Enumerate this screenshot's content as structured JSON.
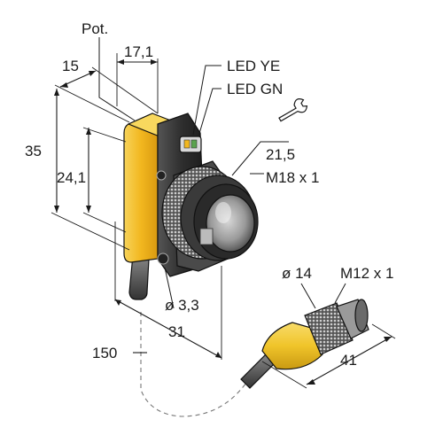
{
  "labels": {
    "pot": "Pot.",
    "dim_17_1": "17,1",
    "dim_15": "15",
    "led_ye": "LED YE",
    "led_gn": "LED GN",
    "dim_35": "35",
    "dim_24_1": "24,1",
    "dim_21_5": "21,5",
    "thread_m18": "M18 x 1",
    "dia_3_3": "ø 3,3",
    "dim_31": "31",
    "dim_150": "150",
    "dia_14": "ø 14",
    "thread_m12": "M12 x 1",
    "dim_41": "41"
  },
  "icons": {
    "wrench": "wrench-icon"
  },
  "colors": {
    "housing_yellow": "#f2b71f",
    "housing_dark": "#3a3a3a",
    "connector_yellow": "#f0c42a",
    "metal": "#8a8a8a"
  }
}
